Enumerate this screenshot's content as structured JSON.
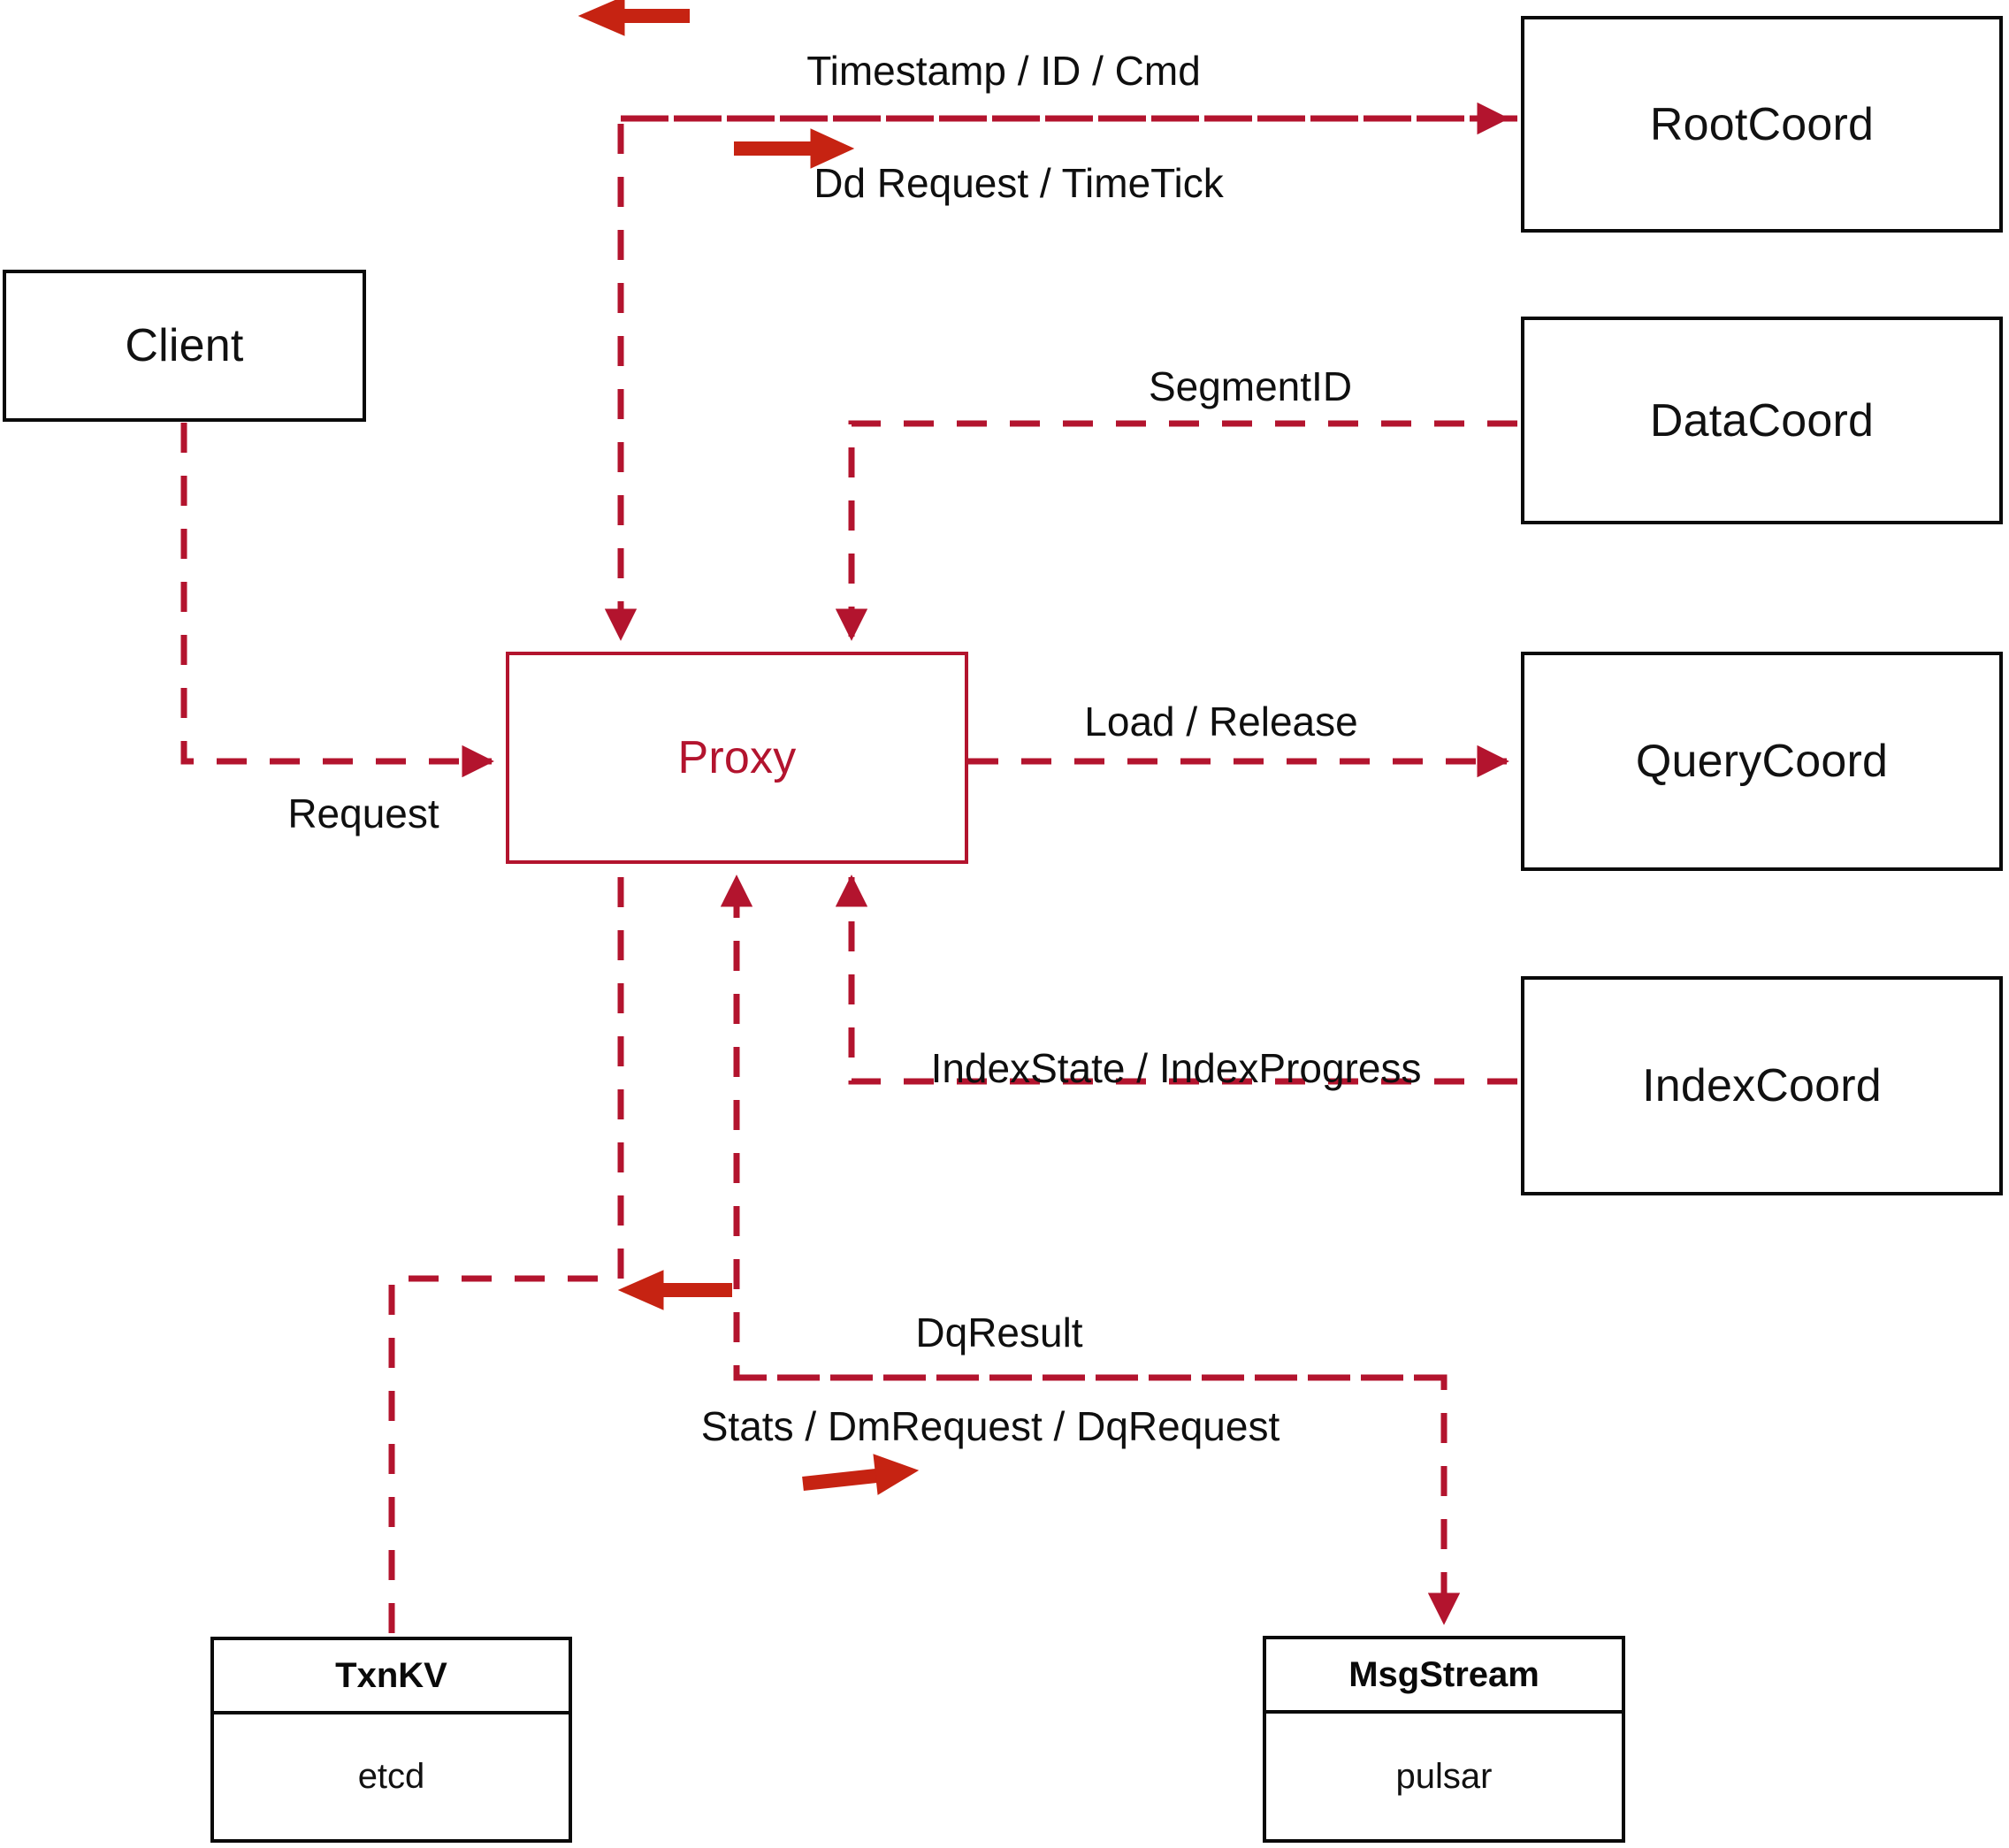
{
  "diagram": {
    "title": "Milvus Proxy interaction diagram",
    "colors": {
      "accent": "#b3142e",
      "arrow_accent": "#c62312",
      "node_border": "#0a0a0a",
      "text": "#111111",
      "background": "#ffffff"
    }
  },
  "nodes": {
    "client": {
      "label": "Client"
    },
    "proxy": {
      "label": "Proxy"
    },
    "root_coord": {
      "label": "RootCoord"
    },
    "data_coord": {
      "label": "DataCoord"
    },
    "query_coord": {
      "label": "QueryCoord"
    },
    "index_coord": {
      "label": "IndexCoord"
    },
    "txn_kv": {
      "title": "TxnKV",
      "impl": "etcd"
    },
    "msg_stream": {
      "title": "MsgStream",
      "impl": "pulsar"
    }
  },
  "edge_labels": {
    "timestamp_id_cmd": "Timestamp / ID / Cmd",
    "dd_request_timetick": "Dd Request / TimeTick",
    "segment_id": "SegmentID",
    "request": "Request",
    "load_release": "Load / Release",
    "index_state_progress": "IndexState / IndexProgress",
    "dq_result": "DqResult",
    "stats_dm_dq_request": "Stats / DmRequest / DqRequest"
  },
  "edges": [
    {
      "from": "root_coord",
      "to": "proxy",
      "label": "Timestamp / ID / Cmd",
      "direction": "leftward"
    },
    {
      "from": "proxy",
      "to": "root_coord",
      "label": "Dd Request / TimeTick",
      "direction": "rightward"
    },
    {
      "from": "data_coord",
      "to": "proxy",
      "label": "SegmentID",
      "direction": "leftward"
    },
    {
      "from": "client",
      "to": "proxy",
      "label": "Request",
      "direction": "rightward"
    },
    {
      "from": "proxy",
      "to": "query_coord",
      "label": "Load / Release",
      "direction": "rightward"
    },
    {
      "from": "index_coord",
      "to": "proxy",
      "label": "IndexState / IndexProgress",
      "direction": "leftward"
    },
    {
      "from": "msg_stream",
      "to": "proxy",
      "label": "DqResult",
      "direction": "leftward"
    },
    {
      "from": "proxy",
      "to": "msg_stream",
      "label": "Stats / DmRequest / DqRequest",
      "direction": "rightward"
    },
    {
      "from": "proxy",
      "to": "txn_kv",
      "label": "",
      "direction": "downward"
    }
  ]
}
